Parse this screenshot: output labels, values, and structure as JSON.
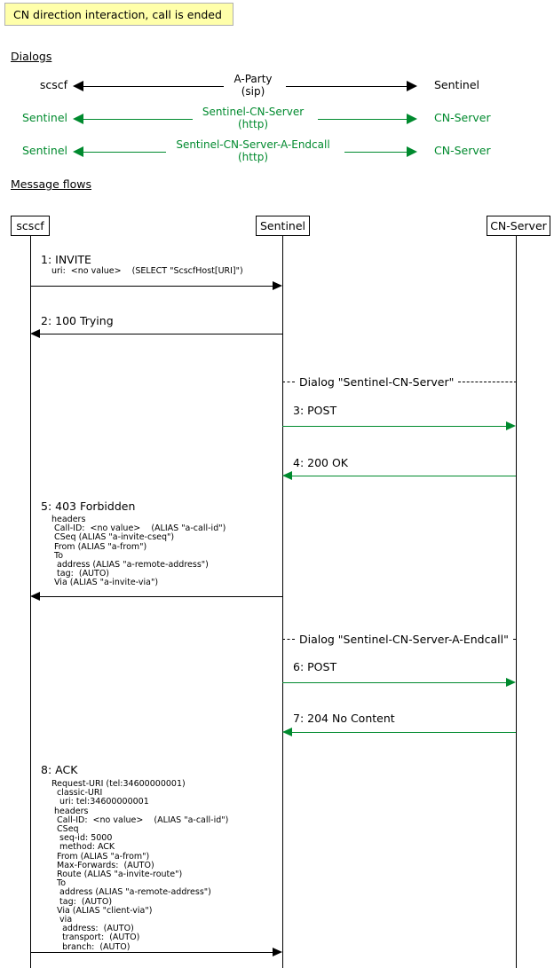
{
  "title_banner": {
    "text": "CN direction interaction, call is ended"
  },
  "sections": {
    "dialogs_heading": "Dialogs",
    "message_flows_heading": "Message flows"
  },
  "dialogs": [
    {
      "left": "scscf",
      "label": "A-Party",
      "protocol": "(sip)",
      "right": "Sentinel",
      "color": "#000000"
    },
    {
      "left": "Sentinel",
      "label": "Sentinel-CN-Server",
      "protocol": "(http)",
      "right": "CN-Server",
      "color": "#008a2e"
    },
    {
      "left": "Sentinel",
      "label": "Sentinel-CN-Server-A-Endcall",
      "protocol": "(http)",
      "right": "CN-Server",
      "color": "#008a2e"
    }
  ],
  "participants": [
    {
      "name": "scscf"
    },
    {
      "name": "Sentinel"
    },
    {
      "name": "CN-Server"
    }
  ],
  "separators": [
    {
      "text": "Dialog \"Sentinel-CN-Server\""
    },
    {
      "text": "Dialog \"Sentinel-CN-Server-A-Endcall\""
    }
  ],
  "messages": [
    {
      "label": "1: INVITE",
      "detail": "uri:  <no value>    (SELECT \"ScscfHost[URI]\")",
      "from": "scscf",
      "to": "Sentinel",
      "direction": "right",
      "color": "#000000"
    },
    {
      "label": "2: 100 Trying",
      "detail": "",
      "from": "Sentinel",
      "to": "scscf",
      "direction": "left",
      "color": "#000000"
    },
    {
      "label": "3: POST",
      "detail": "",
      "from": "Sentinel",
      "to": "CN-Server",
      "direction": "right",
      "color": "#008a2e"
    },
    {
      "label": "4: 200 OK",
      "detail": "",
      "from": "CN-Server",
      "to": "Sentinel",
      "direction": "left",
      "color": "#008a2e"
    },
    {
      "label": "5: 403 Forbidden",
      "detail": "headers\n Call-ID:  <no value>    (ALIAS \"a-call-id\")\n CSeq (ALIAS \"a-invite-cseq\")\n From (ALIAS \"a-from\")\n To\n  address (ALIAS \"a-remote-address\")\n  tag:  (AUTO)\n Via (ALIAS \"a-invite-via\")",
      "from": "Sentinel",
      "to": "scscf",
      "direction": "left",
      "color": "#000000"
    },
    {
      "label": "6: POST",
      "detail": "",
      "from": "Sentinel",
      "to": "CN-Server",
      "direction": "right",
      "color": "#008a2e"
    },
    {
      "label": "7: 204 No Content",
      "detail": "",
      "from": "CN-Server",
      "to": "Sentinel",
      "direction": "left",
      "color": "#008a2e"
    },
    {
      "label": "8: ACK",
      "detail": "Request-URI (tel:34600000001)\n  classic-URI\n   uri: tel:34600000001\n headers\n  Call-ID:  <no value>    (ALIAS \"a-call-id\")\n  CSeq\n   seq-id: 5000\n   method: ACK\n  From (ALIAS \"a-from\")\n  Max-Forwards:  (AUTO)\n  Route (ALIAS \"a-invite-route\")\n  To\n   address (ALIAS \"a-remote-address\")\n   tag:  (AUTO)\n  Via (ALIAS \"client-via\")\n   via\n    address:  (AUTO)\n    transport:  (AUTO)\n    branch:  (AUTO)",
      "from": "scscf",
      "to": "Sentinel",
      "direction": "right",
      "color": "#000000"
    }
  ]
}
